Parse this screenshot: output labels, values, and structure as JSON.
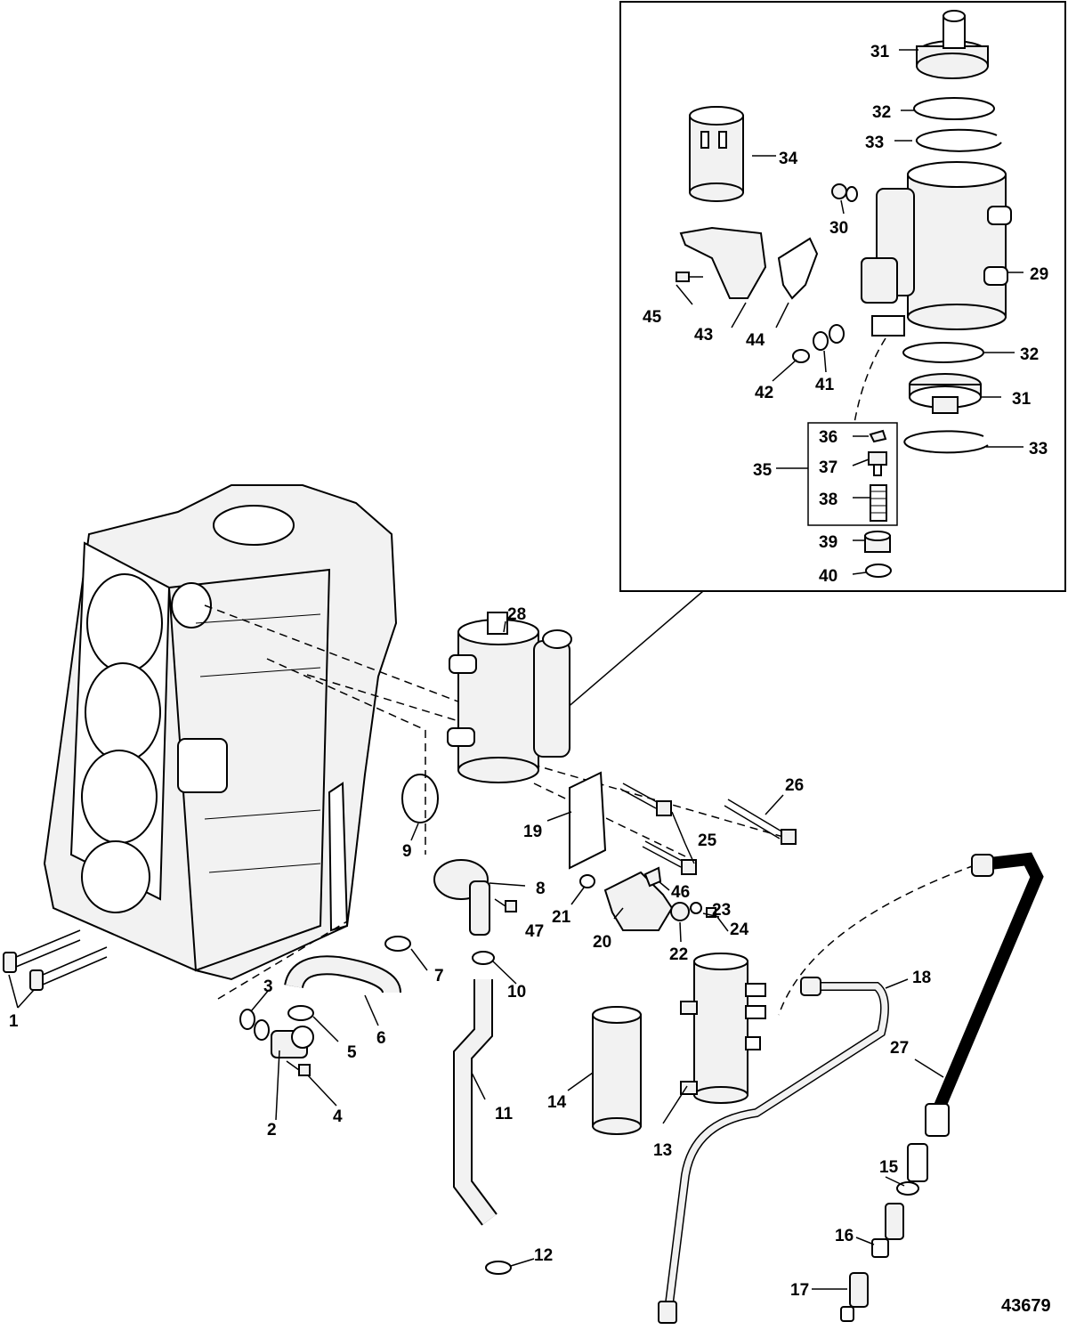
{
  "diagram": {
    "figure_number": "43679",
    "callouts": [
      "1",
      "2",
      "3",
      "4",
      "5",
      "6",
      "7",
      "8",
      "9",
      "10",
      "11",
      "12",
      "13",
      "14",
      "15",
      "16",
      "17",
      "18",
      "19",
      "20",
      "21",
      "22",
      "23",
      "24",
      "25",
      "26",
      "27",
      "28",
      "29",
      "30",
      "31",
      "32",
      "33",
      "34",
      "35",
      "36",
      "37",
      "38",
      "39",
      "40",
      "41",
      "42",
      "43",
      "44",
      "45",
      "46",
      "47"
    ]
  }
}
